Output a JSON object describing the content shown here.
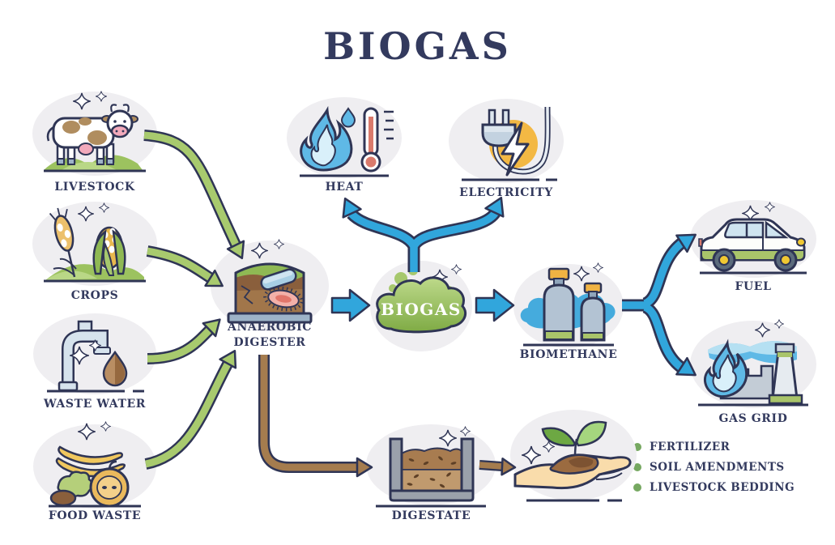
{
  "title": "BIOGAS",
  "nodes": {
    "livestock": {
      "label": "LIVESTOCK",
      "icon": "cow-icon"
    },
    "crops": {
      "label": "CROPS",
      "icon": "corn-wheat-icon"
    },
    "waste_water": {
      "label": "WASTE WATER",
      "icon": "faucet-drop-icon"
    },
    "food_waste": {
      "label": "FOOD WASTE",
      "icon": "food-scraps-icon"
    },
    "anaerobic_digester": {
      "label": "ANAEROBIC DIGESTER",
      "icon": "digester-tank-icon"
    },
    "biogas": {
      "label": "BIOGAS",
      "icon": "green-gas-cloud-icon"
    },
    "heat": {
      "label": "HEAT",
      "icon": "flame-thermometer-icon"
    },
    "electricity": {
      "label": "ELECTRICITY",
      "icon": "plug-lightning-icon"
    },
    "biomethane": {
      "label": "BIOMETHANE",
      "icon": "gas-cylinders-icon"
    },
    "fuel": {
      "label": "FUEL",
      "icon": "car-icon"
    },
    "gas_grid": {
      "label": "GAS GRID",
      "icon": "factory-flame-icon"
    },
    "digestate": {
      "label": "DIGESTATE",
      "icon": "compost-container-icon"
    },
    "plant_hand": {
      "label": "",
      "icon": "hand-seedling-icon"
    }
  },
  "digestate_uses": [
    "FERTILIZER",
    "SOIL AMENDMENTS",
    "LIVESTOCK BEDDING"
  ],
  "flows": [
    {
      "from": "livestock",
      "to": "anaerobic_digester",
      "color": "green"
    },
    {
      "from": "crops",
      "to": "anaerobic_digester",
      "color": "green"
    },
    {
      "from": "waste_water",
      "to": "anaerobic_digester",
      "color": "green"
    },
    {
      "from": "food_waste",
      "to": "anaerobic_digester",
      "color": "green"
    },
    {
      "from": "anaerobic_digester",
      "to": "biogas",
      "color": "blue"
    },
    {
      "from": "biogas",
      "to": "heat",
      "color": "blue"
    },
    {
      "from": "biogas",
      "to": "electricity",
      "color": "blue"
    },
    {
      "from": "biogas",
      "to": "biomethane",
      "color": "blue"
    },
    {
      "from": "biomethane",
      "to": "fuel",
      "color": "blue"
    },
    {
      "from": "biomethane",
      "to": "gas_grid",
      "color": "blue"
    },
    {
      "from": "anaerobic_digester",
      "to": "digestate",
      "color": "brown"
    },
    {
      "from": "digestate",
      "to": "plant_hand",
      "color": "brown"
    }
  ],
  "colors": {
    "text_navy": "#333a5e",
    "outline_navy": "#2f3555",
    "arrow_green": "#a8ca6e",
    "arrow_blue": "#31a6dc",
    "arrow_brown": "#a57c4e",
    "bullet_green": "#76a861",
    "circle_bg": "#efeef1"
  }
}
